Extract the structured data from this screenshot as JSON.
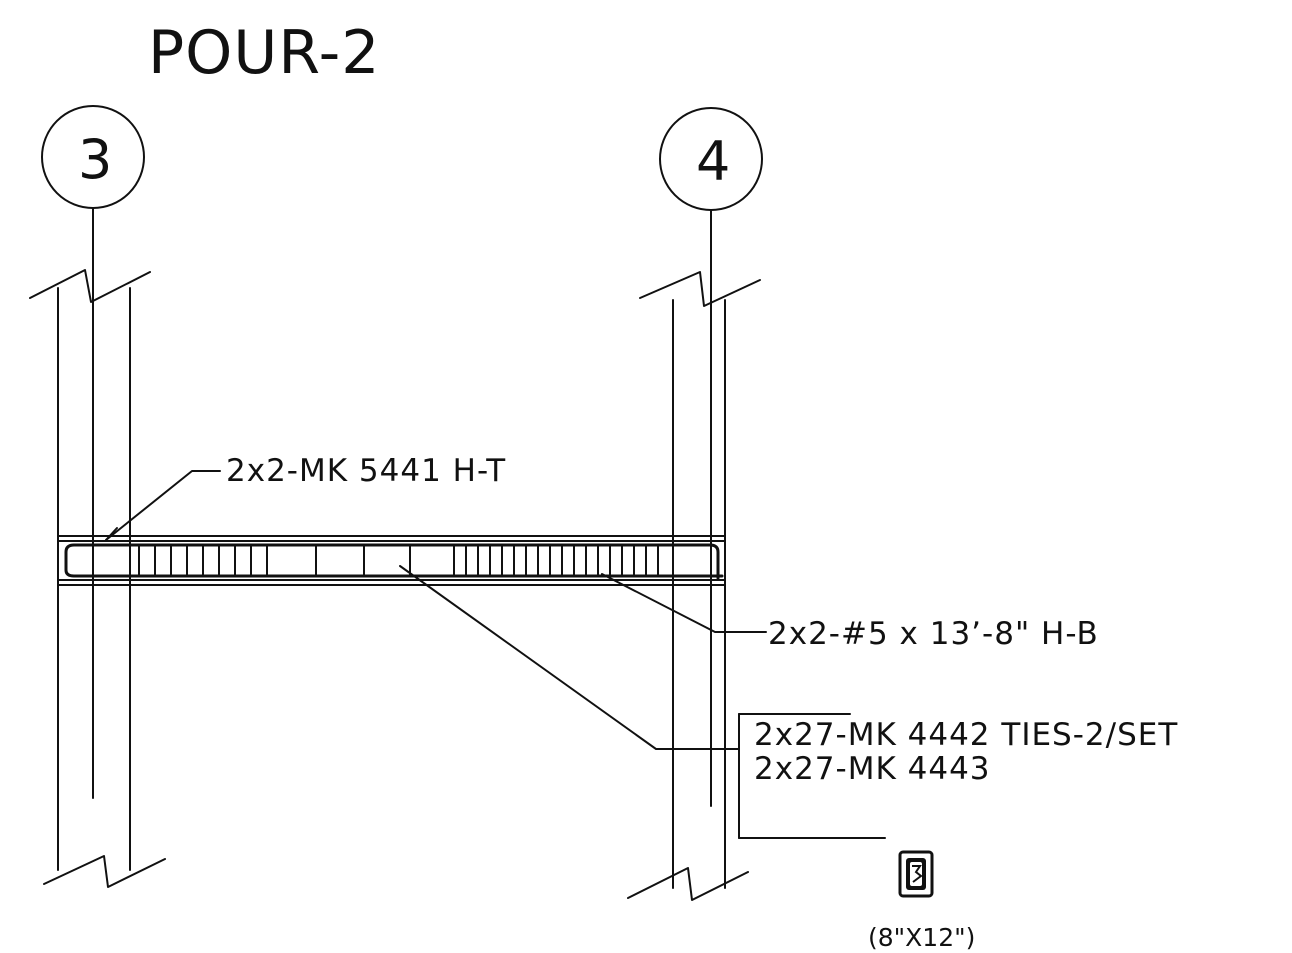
{
  "title": "POUR-2",
  "grid_lines": [
    {
      "label": "3"
    },
    {
      "label": "4"
    }
  ],
  "callouts": {
    "top_bars": "2x2-MK 5441   H-T",
    "bottom_bars": "2x2-#5 x 13’-8\"   H-B",
    "ties_line1": "2x27-MK 4442   TIES-2/SET",
    "ties_line2": "2x27-MK 4443"
  },
  "section": {
    "label": "(8\"X12\")",
    "icon": "stirrup-section-icon"
  }
}
